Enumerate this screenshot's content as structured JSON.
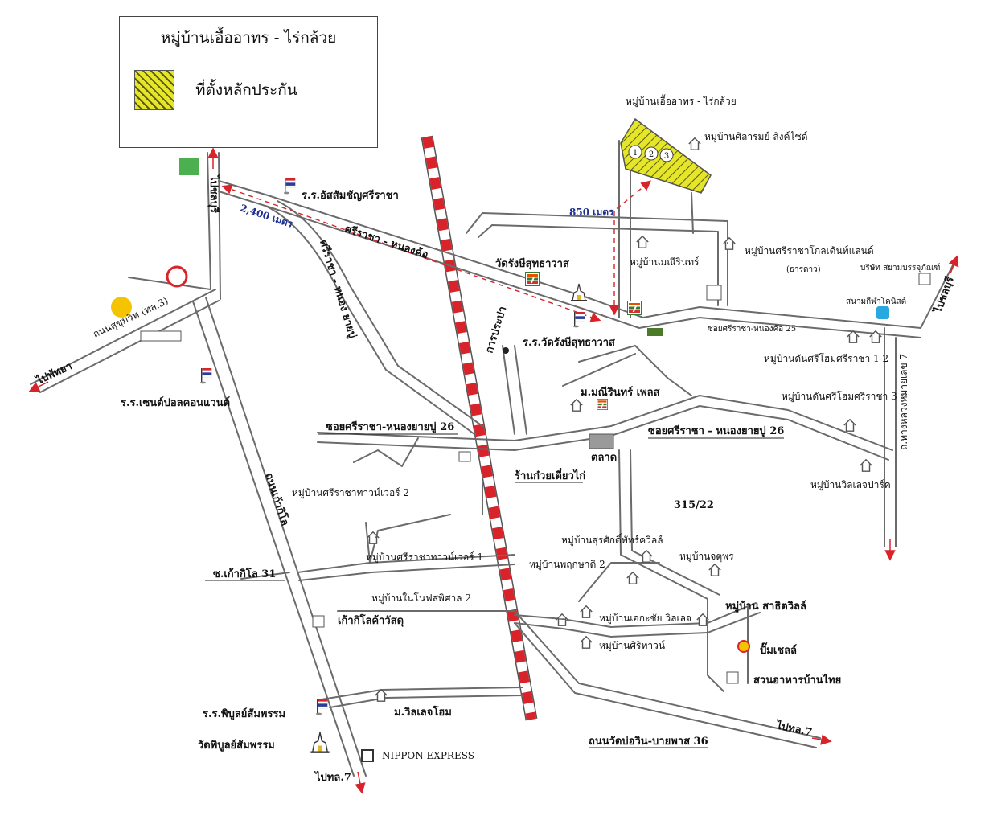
{
  "legend": {
    "title": "หมู่บ้านเอื้ออาทร - ไร่กล้วย",
    "item_label": "ที่ตั้งหลักประกัน"
  },
  "colors": {
    "road": "#6b6b6b",
    "railway_red": "#d9232a",
    "arrow_red": "#d9232a",
    "hatch_yellow": "#e5e52a",
    "distance_blue": "#1d2f8f"
  },
  "map": {
    "labels": {
      "village_target": "หมู่บ้านเอื้ออาทร - ไร่กล้วย",
      "village_pattarin": "หมู่บ้านศิลารมย์ ลิงค์ไซด์",
      "distance_850": "850 เมตร",
      "distance_2400": "2,400 เมตร",
      "road_sriracha_nongkho": "ศรีราชา - หนองค้อ",
      "road_sriracha_nong_yai": "ศรีราชา - หนอง ยายบู่",
      "to_chonburi_left": "ไปชลบุรี",
      "to_chonburi_right": "ไปชลบุรี",
      "to_pattaya": "ไปพัทยา",
      "road_sukhumvit": "ถนนสุขุมวิท (ทล.3)",
      "school_assumption": "ร.ร.อัสสัมชัญศรีราชา",
      "school_saint_paul": "ร.ร.เซนต์ปอลคอนแวนต์",
      "temple_rangsi": "วัดรังษีสุทธาวาส",
      "school_rangsi": "ร.ร.วัดรังษีสุทธาวาส",
      "waterworks": "การประปา",
      "village_monthon": "หมู่บ้านมณีรินทร์",
      "village_sriracha_grand": "หมู่บ้านศรีราชาโกลเด้นท์แลนด์",
      "bracket_note": "(ธารดาว)",
      "company": "บริษัท สยามบรรจุภัณฑ์",
      "badminton": "สนามกีฬาโคนิสต์",
      "soi_25": "ซอยศรีราชา-หนองค้อ 25",
      "village_nam_sri_12": "หมู่บ้านดันศรีโฮมศรีราชา 1  2",
      "village_manee_place": "ม.มณีรินทร์ เพลส",
      "village_nam_sri_3": "หมู่บ้านดันศรีโฮมศรีราชา 3",
      "highway_7_side": "ถ.ทางหลวงหมายเลข 7",
      "soi_26_left": "ซอยศรีราชา-หนองยายบู่ 26",
      "soi_26_right": "ซอยศรีราชา - หนองยายบู่ 26",
      "market": "ตลาด",
      "noodle_shop": "ร้านก๋วยเตี๋ยวไก่",
      "village_villa_park": "หมู่บ้านวิลเลจปาร์ค",
      "code_315": "315/22",
      "village_sriracha_town2": "หมู่บ้านศรีราชาทาวน์เวอร์ 2",
      "road_tanong_kalo": "ถนนเก้ากิโล",
      "village_sriracha_town1": "หมู่บ้านศรีราชาทาวน์เวอร์ 1",
      "soi_31": "ซ.เก้ากิโล 31",
      "village_surasak": "หมู่บ้านสุรศักดิ์พัทร์ควิลล์",
      "village_preuksa2": "หมู่บ้านพฤกษาติ 2",
      "village_chudhar": "หมู่บ้านจตุพร",
      "village_nin_nin": "หมู่บ้านในโนฟสพิศาล 2",
      "village_sathit": "หมู่บ้าน สาธิตวิลล์",
      "shop_kalo": "เก้ากิโลค้าวัสดุ",
      "village_eakachai": "หมู่บ้านเอกะชัย วิลเลจ",
      "village_sri_town": "หมู่บ้านศิริทาวน์",
      "shell": "ปั๊มเชลล์",
      "restaurant": "สวนอาหารบ้านไทย",
      "village_villa_home": "ม.วิลเลจโฮม",
      "school_pibul": "ร.ร.พิบูลย์สัมพรรม",
      "temple_pibul": "วัดพิบูลย์สัมพรรม",
      "nippon": "NIPPON  EXPRESS",
      "to_tl7_bottom": "ไปทล.7",
      "to_tl7_right": "ไปทล.7",
      "road_wat_bo_win": "ถนนวัดบ่อวิน-บายพาส 36"
    },
    "plot_numbers": [
      "1",
      "2",
      "3"
    ],
    "icons": [
      "house-icon",
      "flag-icon",
      "temple-icon",
      "seven-eleven-icon",
      "railway",
      "target-area"
    ]
  }
}
